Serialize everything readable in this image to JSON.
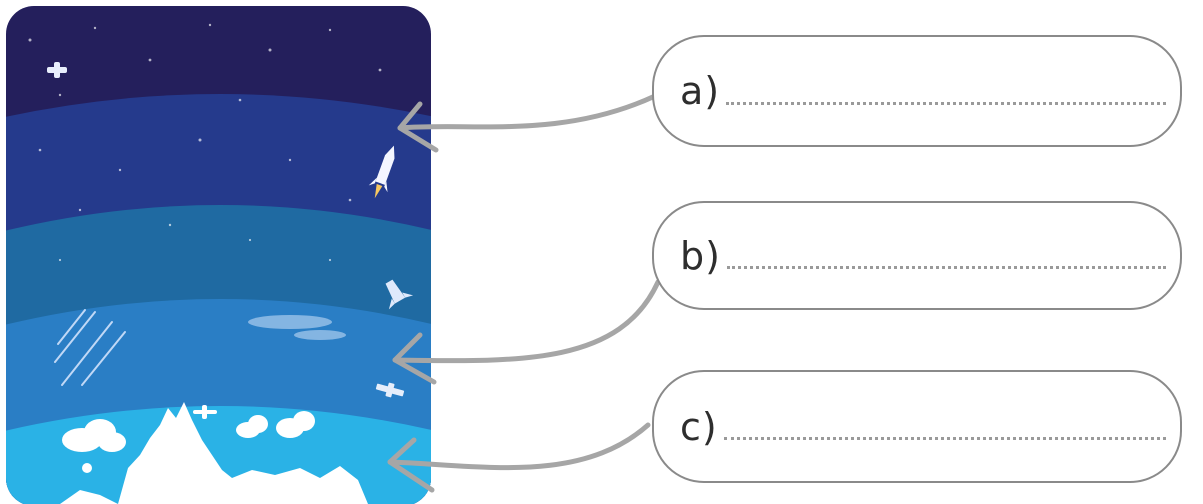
{
  "answers": [
    {
      "label": "a)"
    },
    {
      "label": "b)"
    },
    {
      "label": "c)"
    }
  ],
  "colors": {
    "layer_top": "#241f5c",
    "layer_2": "#253a8c",
    "layer_3": "#1f6aa2",
    "layer_4": "#2a7ec5",
    "layer_bottom": "#2ab2e6",
    "arrow": "#a6a6a6",
    "box_border": "#8a8a8a"
  }
}
